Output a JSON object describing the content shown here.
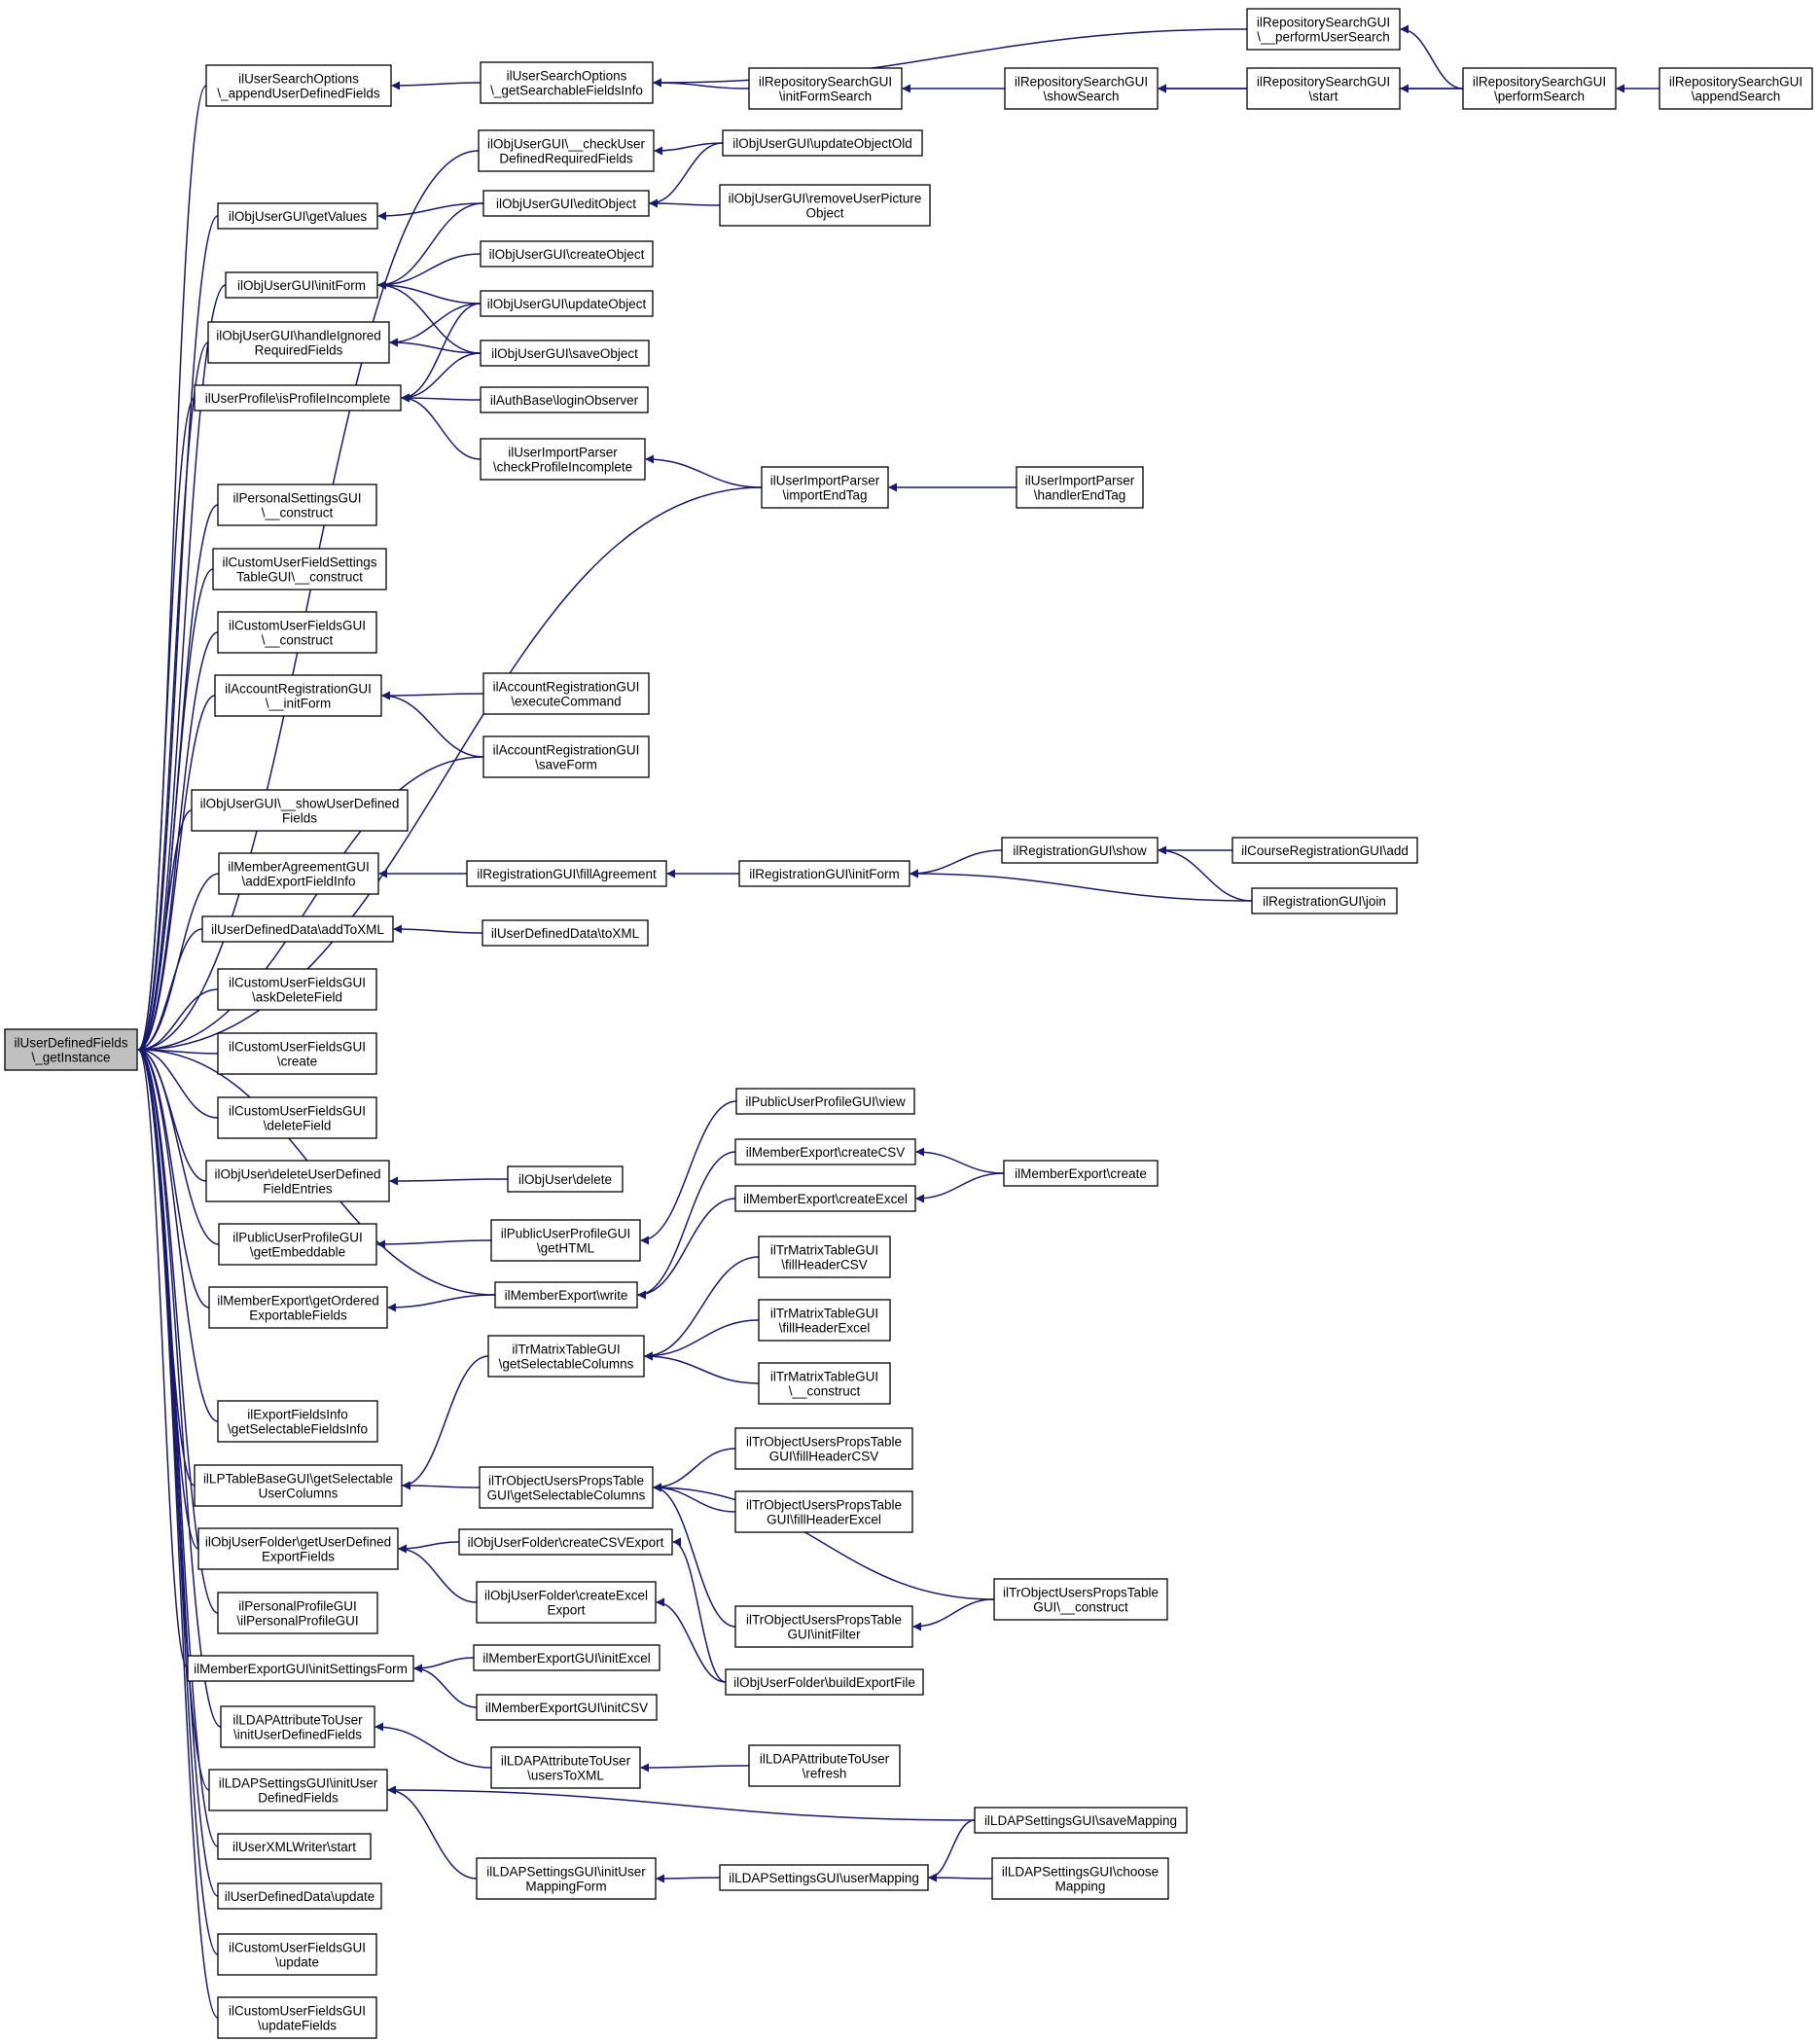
{
  "diagram": {
    "type": "call-graph",
    "colors": {
      "edge": "#191970",
      "node_border": "#000000",
      "node_fill": "#ffffff",
      "root_fill": "#bfbfbf"
    },
    "nodes": [
      {
        "id": "root",
        "lines": [
          "ilUserDefinedFields",
          "\\_getInstance"
        ],
        "root": true
      },
      {
        "id": "a1",
        "lines": [
          "ilUserSearchOptions",
          "\\_appendUserDefinedFields"
        ]
      },
      {
        "id": "a2",
        "lines": [
          "ilObjUserGUI\\getValues"
        ]
      },
      {
        "id": "a3",
        "lines": [
          "ilObjUserGUI\\initForm"
        ]
      },
      {
        "id": "a4",
        "lines": [
          "ilObjUserGUI\\handleIgnored",
          "RequiredFields"
        ]
      },
      {
        "id": "a5",
        "lines": [
          "ilUserProfile\\isProfileIncomplete"
        ]
      },
      {
        "id": "a6",
        "lines": [
          "ilPersonalSettingsGUI",
          "\\__construct"
        ]
      },
      {
        "id": "a7",
        "lines": [
          "ilCustomUserFieldSettings",
          "TableGUI\\__construct"
        ]
      },
      {
        "id": "a8",
        "lines": [
          "ilCustomUserFieldsGUI",
          "\\__construct"
        ]
      },
      {
        "id": "a9",
        "lines": [
          "ilAccountRegistrationGUI",
          "\\__initForm"
        ]
      },
      {
        "id": "a10",
        "lines": [
          "ilObjUserGUI\\__showUserDefined",
          "Fields"
        ]
      },
      {
        "id": "a11",
        "lines": [
          "ilMemberAgreementGUI",
          "\\addExportFieldInfo"
        ]
      },
      {
        "id": "a12",
        "lines": [
          "ilUserDefinedData\\addToXML"
        ]
      },
      {
        "id": "a13",
        "lines": [
          "ilCustomUserFieldsGUI",
          "\\askDeleteField"
        ]
      },
      {
        "id": "a14",
        "lines": [
          "ilCustomUserFieldsGUI",
          "\\create"
        ]
      },
      {
        "id": "a15",
        "lines": [
          "ilCustomUserFieldsGUI",
          "\\deleteField"
        ]
      },
      {
        "id": "a16",
        "lines": [
          "ilObjUser\\deleteUserDefined",
          "FieldEntries"
        ]
      },
      {
        "id": "a17",
        "lines": [
          "ilPublicUserProfileGUI",
          "\\getEmbeddable"
        ]
      },
      {
        "id": "a18",
        "lines": [
          "ilMemberExport\\getOrdered",
          "ExportableFields"
        ]
      },
      {
        "id": "a19",
        "lines": [
          "ilExportFieldsInfo",
          "\\getSelectableFieldsInfo"
        ]
      },
      {
        "id": "a20",
        "lines": [
          "ilLPTableBaseGUI\\getSelectable",
          "UserColumns"
        ]
      },
      {
        "id": "a21",
        "lines": [
          "ilObjUserFolder\\getUserDefined",
          "ExportFields"
        ]
      },
      {
        "id": "a22",
        "lines": [
          "ilPersonalProfileGUI",
          "\\ilPersonalProfileGUI"
        ]
      },
      {
        "id": "a23",
        "lines": [
          "ilMemberExportGUI\\initSettingsForm"
        ]
      },
      {
        "id": "a24",
        "lines": [
          "ilLDAPAttributeToUser",
          "\\initUserDefinedFields"
        ]
      },
      {
        "id": "a25",
        "lines": [
          "ilLDAPSettingsGUI\\initUser",
          "DefinedFields"
        ]
      },
      {
        "id": "a26",
        "lines": [
          "ilUserXMLWriter\\start"
        ]
      },
      {
        "id": "a27",
        "lines": [
          "ilUserDefinedData\\update"
        ]
      },
      {
        "id": "a28",
        "lines": [
          "ilCustomUserFieldsGUI",
          "\\update"
        ]
      },
      {
        "id": "a29",
        "lines": [
          "ilCustomUserFieldsGUI",
          "\\updateFields"
        ]
      },
      {
        "id": "b1",
        "lines": [
          "ilUserSearchOptions",
          "\\_getSearchableFieldsInfo"
        ]
      },
      {
        "id": "b2",
        "lines": [
          "ilObjUserGUI\\__checkUser",
          "DefinedRequiredFields"
        ]
      },
      {
        "id": "b3",
        "lines": [
          "ilObjUserGUI\\editObject"
        ]
      },
      {
        "id": "b4",
        "lines": [
          "ilObjUserGUI\\createObject"
        ]
      },
      {
        "id": "b5",
        "lines": [
          "ilObjUserGUI\\updateObject"
        ]
      },
      {
        "id": "b6",
        "lines": [
          "ilObjUserGUI\\saveObject"
        ]
      },
      {
        "id": "b7",
        "lines": [
          "ilAuthBase\\loginObserver"
        ]
      },
      {
        "id": "b8",
        "lines": [
          "ilUserImportParser",
          "\\checkProfileIncomplete"
        ]
      },
      {
        "id": "b9",
        "lines": [
          "ilAccountRegistrationGUI",
          "\\executeCommand"
        ]
      },
      {
        "id": "b10",
        "lines": [
          "ilAccountRegistrationGUI",
          "\\saveForm"
        ]
      },
      {
        "id": "b11",
        "lines": [
          "ilRegistrationGUI\\fillAgreement"
        ]
      },
      {
        "id": "b12",
        "lines": [
          "ilUserDefinedData\\toXML"
        ]
      },
      {
        "id": "b13",
        "lines": [
          "ilObjUser\\delete"
        ]
      },
      {
        "id": "b14",
        "lines": [
          "ilPublicUserProfileGUI",
          "\\getHTML"
        ]
      },
      {
        "id": "b15",
        "lines": [
          "ilMemberExport\\write"
        ]
      },
      {
        "id": "b16",
        "lines": [
          "ilTrMatrixTableGUI",
          "\\getSelectableColumns"
        ]
      },
      {
        "id": "b17",
        "lines": [
          "ilTrObjectUsersPropsTable",
          "GUI\\getSelectableColumns"
        ]
      },
      {
        "id": "b18",
        "lines": [
          "ilObjUserFolder\\createCSVExport"
        ]
      },
      {
        "id": "b19",
        "lines": [
          "ilObjUserFolder\\createExcel",
          "Export"
        ]
      },
      {
        "id": "b20",
        "lines": [
          "ilMemberExportGUI\\initExcel"
        ]
      },
      {
        "id": "b21",
        "lines": [
          "ilMemberExportGUI\\initCSV"
        ]
      },
      {
        "id": "b22",
        "lines": [
          "ilLDAPAttributeToUser",
          "\\usersToXML"
        ]
      },
      {
        "id": "b23",
        "lines": [
          "ilLDAPSettingsGUI\\initUser",
          "MappingForm"
        ]
      },
      {
        "id": "c1",
        "lines": [
          "ilRepositorySearchGUI",
          "\\initFormSearch"
        ]
      },
      {
        "id": "c2",
        "lines": [
          "ilObjUserGUI\\updateObjectOld"
        ]
      },
      {
        "id": "c3",
        "lines": [
          "ilObjUserGUI\\removeUserPicture",
          "Object"
        ]
      },
      {
        "id": "c4",
        "lines": [
          "ilUserImportParser",
          "\\importEndTag"
        ]
      },
      {
        "id": "c5",
        "lines": [
          "ilRegistrationGUI\\initForm"
        ]
      },
      {
        "id": "c6",
        "lines": [
          "ilPublicUserProfileGUI\\view"
        ]
      },
      {
        "id": "c7",
        "lines": [
          "ilMemberExport\\createCSV"
        ]
      },
      {
        "id": "c8",
        "lines": [
          "ilMemberExport\\createExcel"
        ]
      },
      {
        "id": "c9",
        "lines": [
          "ilTrMatrixTableGUI",
          "\\fillHeaderCSV"
        ]
      },
      {
        "id": "c10",
        "lines": [
          "ilTrMatrixTableGUI",
          "\\fillHeaderExcel"
        ]
      },
      {
        "id": "c11",
        "lines": [
          "ilTrMatrixTableGUI",
          "\\__construct"
        ]
      },
      {
        "id": "c12",
        "lines": [
          "ilTrObjectUsersPropsTable",
          "GUI\\fillHeaderCSV"
        ]
      },
      {
        "id": "c13",
        "lines": [
          "ilTrObjectUsersPropsTable",
          "GUI\\fillHeaderExcel"
        ]
      },
      {
        "id": "c14",
        "lines": [
          "ilTrObjectUsersPropsTable",
          "GUI\\initFilter"
        ]
      },
      {
        "id": "c15",
        "lines": [
          "ilObjUserFolder\\buildExportFile"
        ]
      },
      {
        "id": "c16",
        "lines": [
          "ilLDAPAttributeToUser",
          "\\refresh"
        ]
      },
      {
        "id": "c17",
        "lines": [
          "ilLDAPSettingsGUI\\userMapping"
        ]
      },
      {
        "id": "d1",
        "lines": [
          "ilRepositorySearchGUI",
          "\\showSearch"
        ]
      },
      {
        "id": "d2",
        "lines": [
          "ilUserImportParser",
          "\\handlerEndTag"
        ]
      },
      {
        "id": "d3",
        "lines": [
          "ilRegistrationGUI\\show"
        ]
      },
      {
        "id": "d4",
        "lines": [
          "ilMemberExport\\create"
        ]
      },
      {
        "id": "d5",
        "lines": [
          "ilTrObjectUsersPropsTable",
          "GUI\\__construct"
        ]
      },
      {
        "id": "d6",
        "lines": [
          "ilLDAPSettingsGUI\\saveMapping"
        ]
      },
      {
        "id": "d7",
        "lines": [
          "ilLDAPSettingsGUI\\choose",
          "Mapping"
        ]
      },
      {
        "id": "e1",
        "lines": [
          "ilRepositorySearchGUI",
          "\\__performUserSearch"
        ]
      },
      {
        "id": "e2",
        "lines": [
          "ilRepositorySearchGUI",
          "\\start"
        ]
      },
      {
        "id": "e3",
        "lines": [
          "ilCourseRegistrationGUI\\add"
        ]
      },
      {
        "id": "e4",
        "lines": [
          "ilRegistrationGUI\\join"
        ]
      },
      {
        "id": "f1",
        "lines": [
          "ilRepositorySearchGUI",
          "\\performSearch"
        ]
      },
      {
        "id": "g1",
        "lines": [
          "ilRepositorySearchGUI",
          "\\appendSearch"
        ]
      }
    ]
  }
}
